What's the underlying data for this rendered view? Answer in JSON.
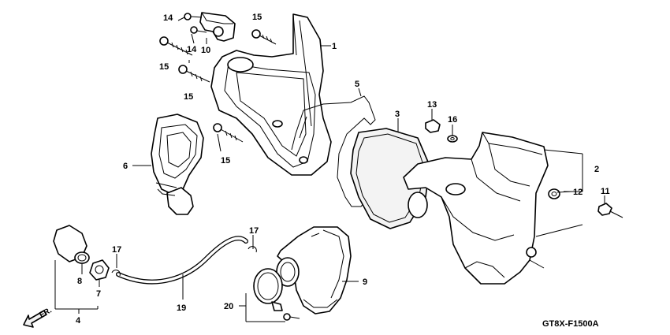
{
  "diagram_code": "GT8X-F1500A",
  "direction_label": "FR.",
  "callouts": [
    "1",
    "2",
    "3",
    "4",
    "5",
    "6",
    "7",
    "8",
    "9",
    "10",
    "11",
    "12",
    "13",
    "14",
    "14",
    "15",
    "15",
    "15",
    "15",
    "16",
    "17",
    "17",
    "19",
    "20"
  ],
  "colors": {
    "line": "#000000",
    "background": "#ffffff"
  }
}
